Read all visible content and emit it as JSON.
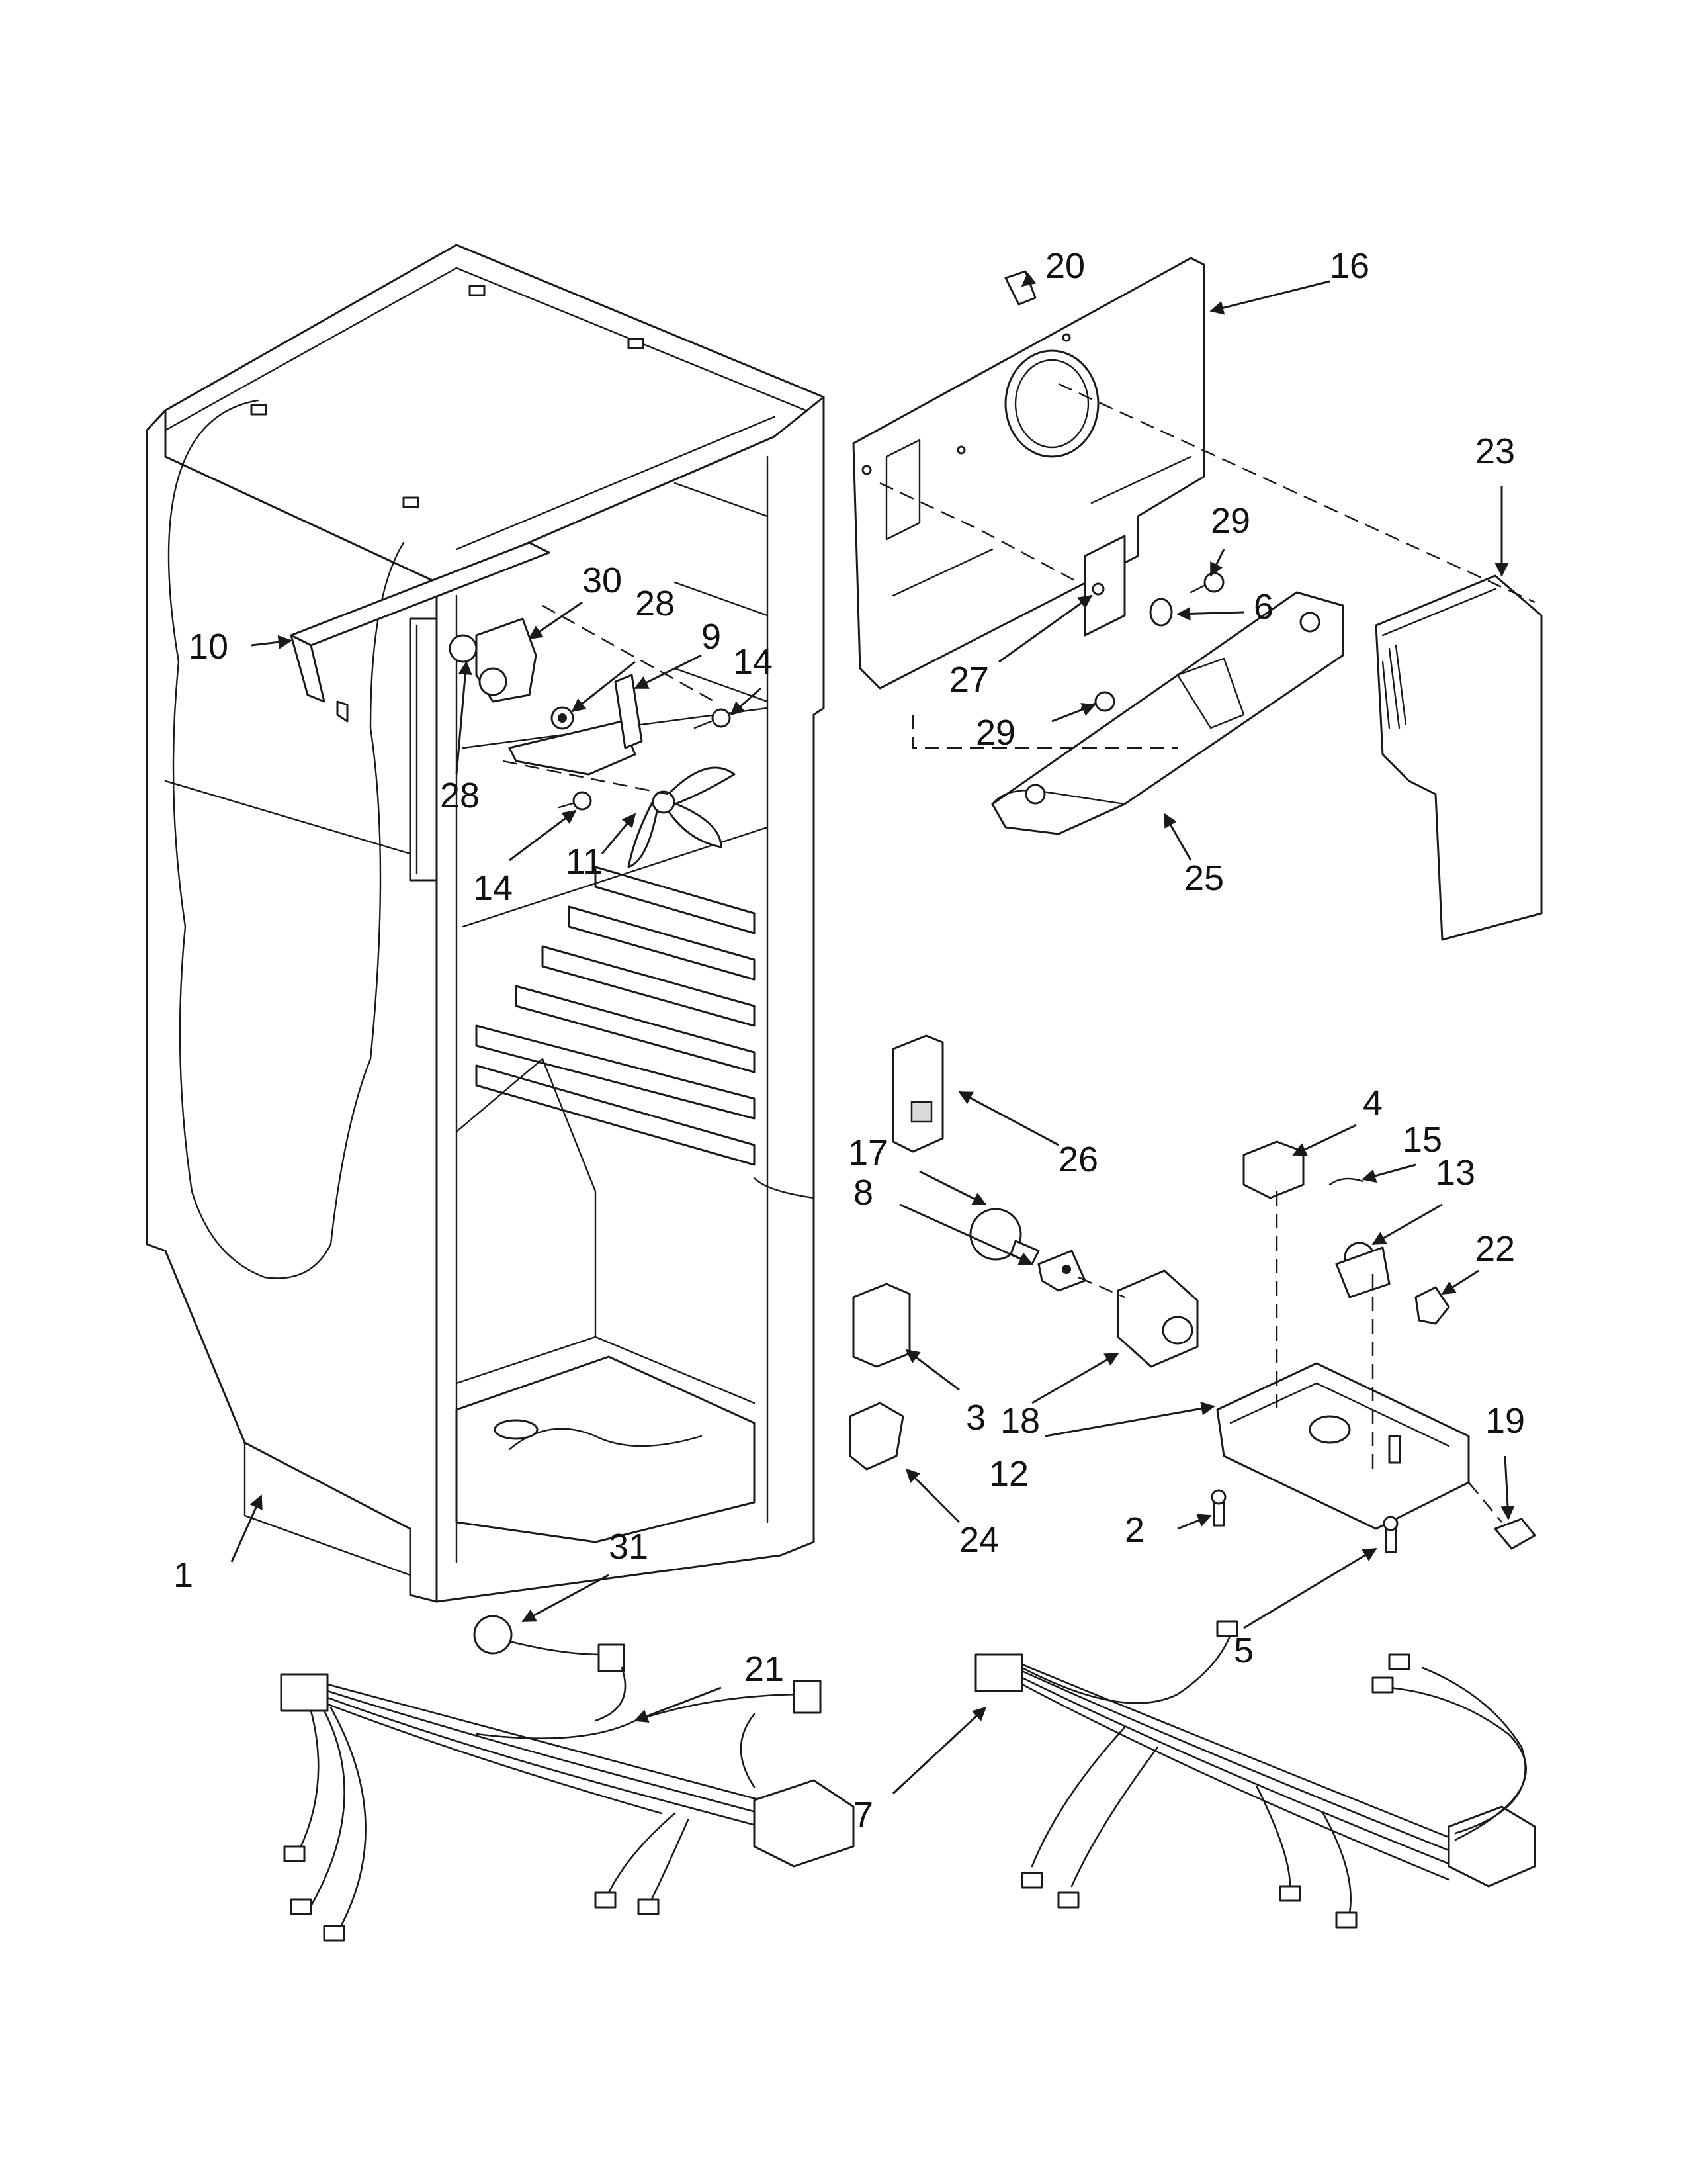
{
  "callouts": [
    {
      "id": "c1",
      "label": "1"
    },
    {
      "id": "c2",
      "label": "2"
    },
    {
      "id": "c3",
      "label": "3"
    },
    {
      "id": "c4",
      "label": "4"
    },
    {
      "id": "c5",
      "label": "5"
    },
    {
      "id": "c6",
      "label": "6"
    },
    {
      "id": "c7",
      "label": "7"
    },
    {
      "id": "c8",
      "label": "8"
    },
    {
      "id": "c9",
      "label": "9"
    },
    {
      "id": "c10",
      "label": "10"
    },
    {
      "id": "c11",
      "label": "11"
    },
    {
      "id": "c12",
      "label": "12"
    },
    {
      "id": "c13",
      "label": "13"
    },
    {
      "id": "c14a",
      "label": "14"
    },
    {
      "id": "c14b",
      "label": "14"
    },
    {
      "id": "c15",
      "label": "15"
    },
    {
      "id": "c16",
      "label": "16"
    },
    {
      "id": "c17",
      "label": "17"
    },
    {
      "id": "c18",
      "label": "18"
    },
    {
      "id": "c19",
      "label": "19"
    },
    {
      "id": "c20",
      "label": "20"
    },
    {
      "id": "c21",
      "label": "21"
    },
    {
      "id": "c22",
      "label": "22"
    },
    {
      "id": "c23",
      "label": "23"
    },
    {
      "id": "c24",
      "label": "24"
    },
    {
      "id": "c25",
      "label": "25"
    },
    {
      "id": "c26",
      "label": "26"
    },
    {
      "id": "c27",
      "label": "27"
    },
    {
      "id": "c28a",
      "label": "28"
    },
    {
      "id": "c28b",
      "label": "28"
    },
    {
      "id": "c29a",
      "label": "29"
    },
    {
      "id": "c29b",
      "label": "29"
    },
    {
      "id": "c30",
      "label": "30"
    },
    {
      "id": "c31",
      "label": "31"
    }
  ]
}
